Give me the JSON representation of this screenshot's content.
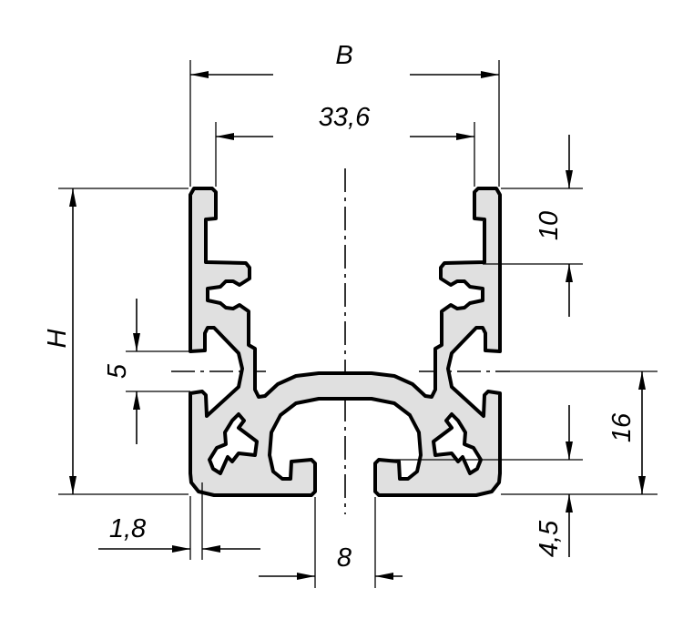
{
  "title": "Aluminium profile cross-section with dimensions",
  "colors": {
    "profile_fill": "#e0e0e0",
    "line": "#000000",
    "background": "#ffffff"
  },
  "dimensions": {
    "width": "B",
    "inner_width": "33,6",
    "height": "H",
    "top_slot_depth": "10",
    "side_slot": "5",
    "base_height": "16",
    "base_thickness": "4,5",
    "wall_thickness": "1,8",
    "bottom_slot": "8"
  }
}
